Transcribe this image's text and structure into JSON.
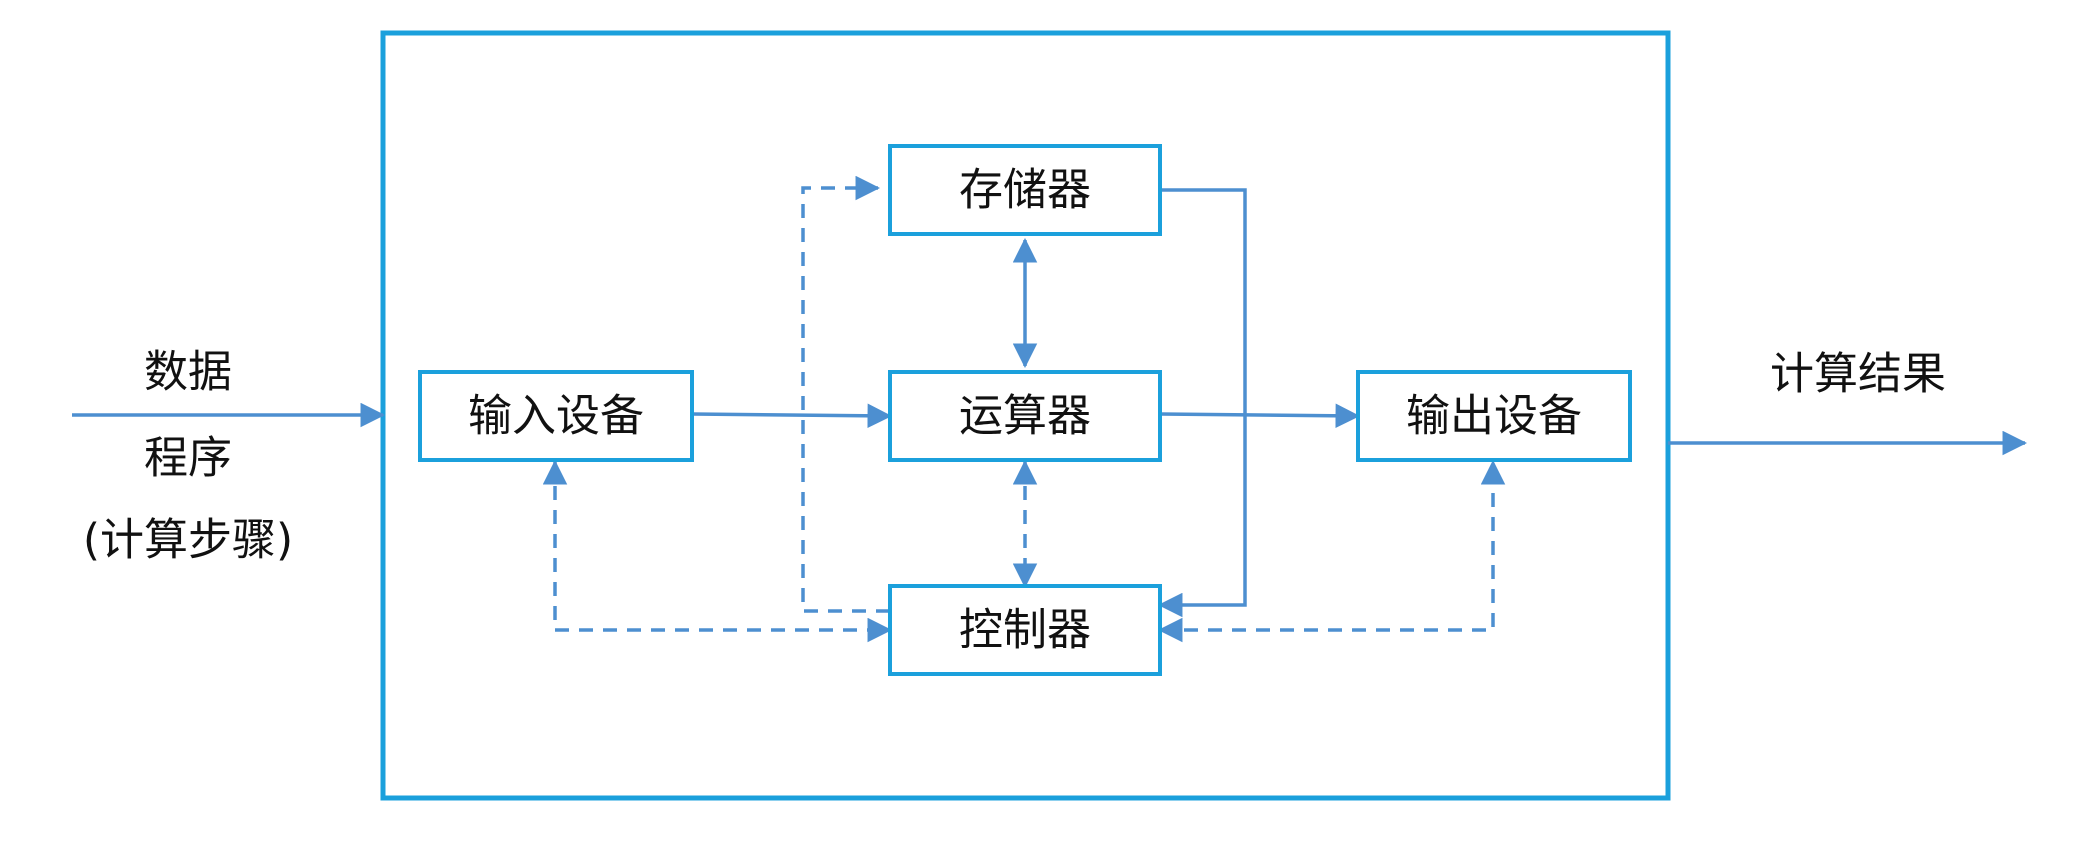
{
  "nodes": {
    "memory": "存储器",
    "alu": "运算器",
    "control": "控制器",
    "input": "输入设备",
    "output": "输出设备"
  },
  "external": {
    "input_line1": "数据",
    "input_line2": "程序",
    "input_line3": "(计算步骤)",
    "output_label": "计算结果"
  },
  "colors": {
    "box_border": "#1ba0dc",
    "arrow": "#4d8fd0",
    "text": "#111111"
  }
}
